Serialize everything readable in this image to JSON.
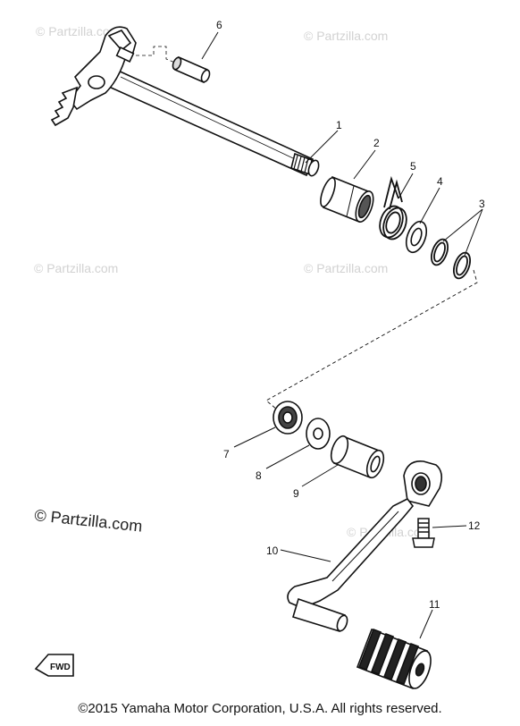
{
  "watermarks": {
    "faint": "© Partzilla.com",
    "main": "© Partzilla.com"
  },
  "callouts": {
    "c1": "1",
    "c2": "2",
    "c3": "3",
    "c4": "4",
    "c5": "5",
    "c6": "6",
    "c7": "7",
    "c8": "8",
    "c9": "9",
    "c10": "10",
    "c11": "11",
    "c12": "12"
  },
  "fwd_label": "FWD",
  "copyright": "©2015 Yamaha Motor Corporation, U.S.A. All rights reserved."
}
